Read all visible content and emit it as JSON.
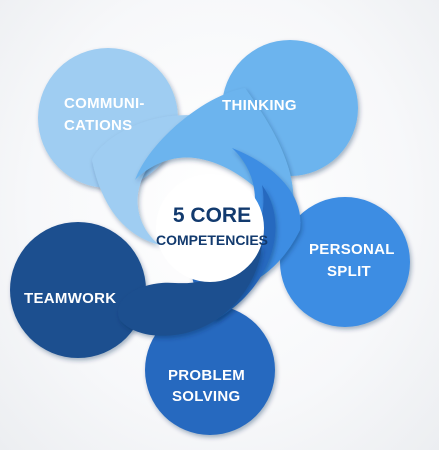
{
  "center": {
    "title": "5 CORE",
    "subtitle": "COMPETENCIES"
  },
  "petals": [
    {
      "id": "communications",
      "lines": [
        "COMMUNI-",
        "CATIONS"
      ],
      "color": "#9fcdf2"
    },
    {
      "id": "thinking",
      "lines": [
        "THINKING"
      ],
      "color": "#6cb4ee"
    },
    {
      "id": "personal-split",
      "lines": [
        "PERSONAL",
        "SPLIT"
      ],
      "color": "#3d8de3"
    },
    {
      "id": "problem-solving",
      "lines": [
        "PROBLEM",
        "SOLVING"
      ],
      "color": "#2669bf"
    },
    {
      "id": "teamwork",
      "lines": [
        "TEAMWORK"
      ],
      "color": "#1d4f8f"
    }
  ]
}
